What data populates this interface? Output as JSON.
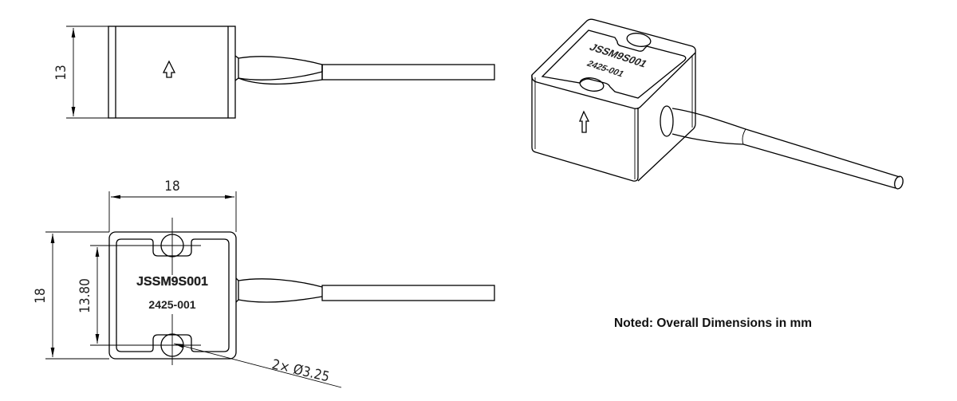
{
  "drawing": {
    "side_view": {
      "height_dimension": "13"
    },
    "top_view": {
      "width_dimension": "18",
      "height_dimension": "18",
      "hole_spacing_dimension": "13.80",
      "hole_callout": "2× Ø3.25",
      "model_label": "JSSM9S001",
      "serial_label": "2425-001"
    },
    "iso_view": {
      "model_label": "JSSM9S001",
      "serial_label": "2425-001"
    },
    "note": "Noted: Overall Dimensions in mm",
    "units": "mm",
    "line_color": "#000000",
    "background_color": "#ffffff"
  }
}
